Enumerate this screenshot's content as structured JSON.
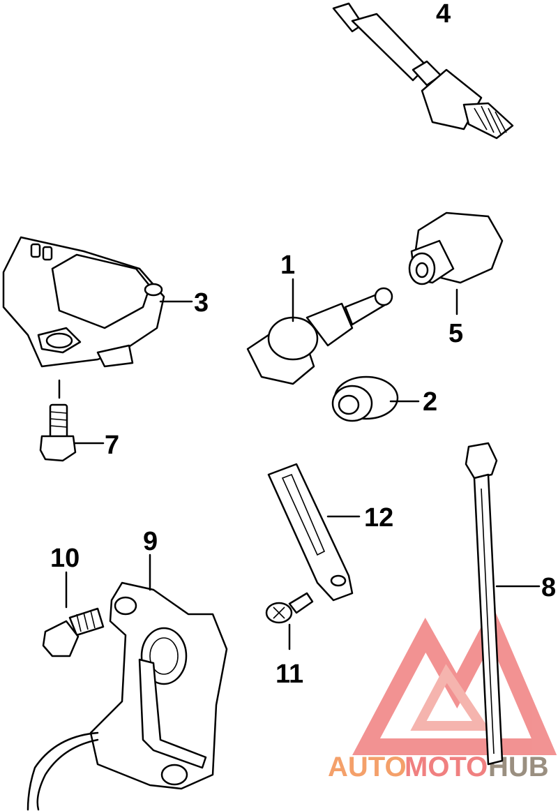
{
  "diagram": {
    "parts": [
      {
        "key": "p1",
        "label": "1"
      },
      {
        "key": "p2",
        "label": "2"
      },
      {
        "key": "p3",
        "label": "3"
      },
      {
        "key": "p4",
        "label": "4"
      },
      {
        "key": "p5",
        "label": "5"
      },
      {
        "key": "p7",
        "label": "7"
      },
      {
        "key": "p8",
        "label": "8"
      },
      {
        "key": "p9",
        "label": "9"
      },
      {
        "key": "p10",
        "label": "10"
      },
      {
        "key": "p11",
        "label": "11"
      },
      {
        "key": "p12",
        "label": "12"
      }
    ]
  },
  "watermark": {
    "text_part1": "AUTO",
    "text_part2": "MOTO",
    "text_part3": "HUB",
    "colors": {
      "accent": "#f4a06a",
      "brand_red": "#f08080",
      "dark": "#9a8f80"
    }
  }
}
